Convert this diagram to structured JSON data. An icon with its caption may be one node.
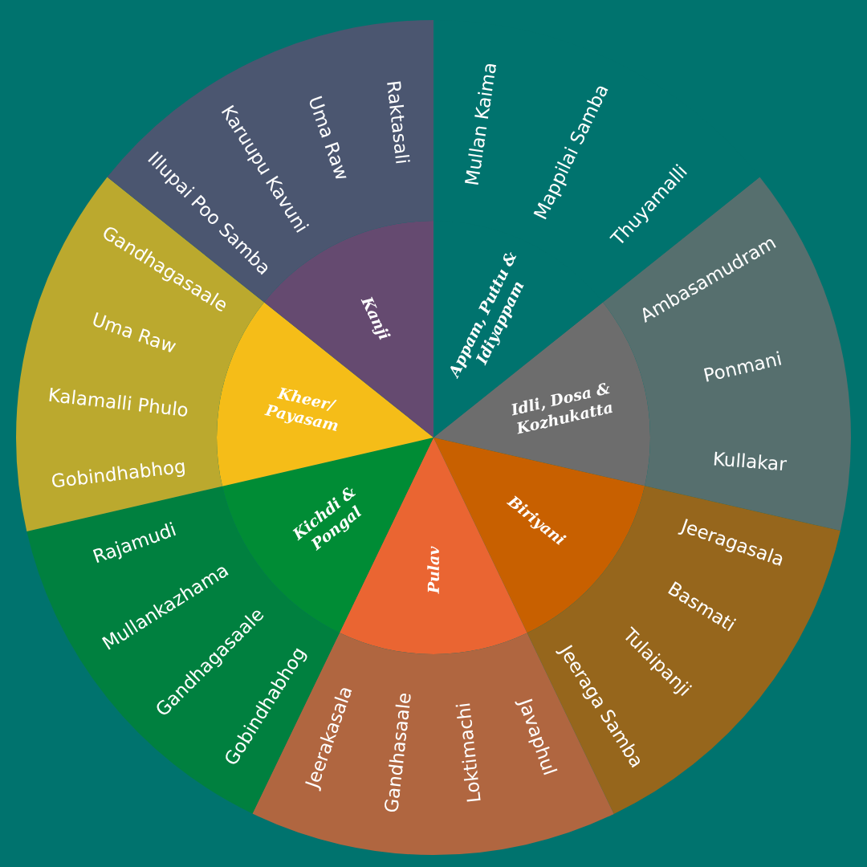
{
  "diagram": {
    "nodes": [
      {
        "text": [
          "Appam, Puttu & Idiyappam"
        ]
      },
      {
        "text": [
          "Mullan Kaima",
          "Mappilai Samba",
          "Thuyamalli"
        ]
      },
      {
        "text": [
          "Idli, Dosa & Kozhukatta"
        ]
      },
      {
        "text": [
          "Ambasamudram",
          "Ponmani",
          "Kullakar"
        ]
      },
      {
        "text": [
          "Biriyani"
        ]
      },
      {
        "text": [
          "Jeeragasala",
          "Basmati",
          "Tulaipanji",
          "Jeeraga Samba"
        ]
      },
      {
        "text": [
          "Pulav"
        ]
      },
      {
        "text": [
          "Javaphul",
          "Loktimachi",
          "Gandhasaale",
          "Jeerakasala"
        ]
      },
      {
        "text": [
          "Kichdi & Pongal"
        ]
      },
      {
        "text": [
          "Gobindhabhog",
          "Gandhagasaale",
          "Mullankazhama",
          "Rajamudi"
        ]
      },
      {
        "text": [
          "Kheer/Payasam"
        ]
      },
      {
        "text": [
          "Gobindhabhog",
          "Kalamalli Phulo",
          "Uma Raw",
          "Gandhagasaale"
        ]
      },
      {
        "text": [
          "Kanji"
        ]
      },
      {
        "text": [
          "Illupai Poo Samba",
          "Karuupu Kavuni",
          "Uma Raw",
          "Raktasali"
        ]
      }
    ]
  }
}
